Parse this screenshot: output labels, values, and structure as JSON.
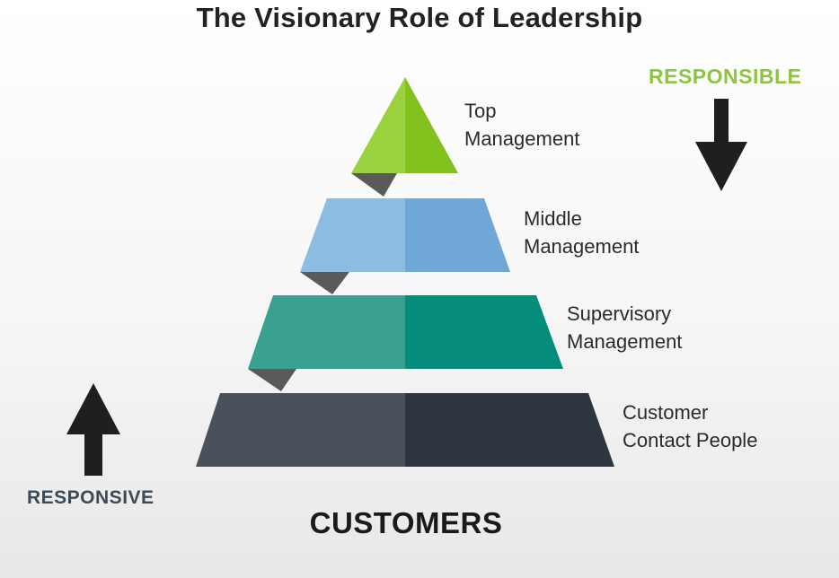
{
  "title": "The Visionary Role of Leadership",
  "responsible_label": "RESPONSIBLE",
  "responsive_label": "RESPONSIVE",
  "customers_label": "CUSTOMERS",
  "levels": [
    {
      "line1": "Top",
      "line2": "Management",
      "color_light": "#9ad13e",
      "color_dark": "#83c11f"
    },
    {
      "line1": "Middle",
      "line2": "Management",
      "color_light": "#8cbce0",
      "color_dark": "#6fa8d6"
    },
    {
      "line1": "Supervisory",
      "line2": "Management",
      "color_light": "#3aa08f",
      "color_dark": "#058c7b"
    },
    {
      "line1": "Customer",
      "line2": "Contact People",
      "color_light": "#4a515b",
      "color_dark": "#2d3640"
    }
  ],
  "colors": {
    "responsible": "#8cc63f",
    "responsive": "#3a4a57",
    "arrow": "#1f1f1f",
    "fold": "#5a5a5a"
  }
}
